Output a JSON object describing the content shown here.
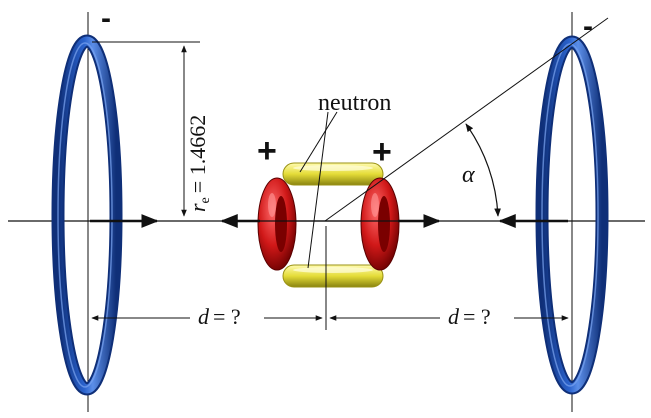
{
  "labels": {
    "left_charge": "-",
    "right_charge": "-",
    "plus_left": "+",
    "plus_right": "+",
    "neutron": "neutron",
    "radius_symbol": "r",
    "radius_subscript": "e",
    "radius_value": "= 1.4662",
    "d_left_var": "d",
    "d_left_rest": "= ?",
    "d_right_var": "d",
    "d_right_rest": "= ?",
    "alpha": "α"
  },
  "colors": {
    "ring_blue": "#1d4fb0",
    "ring_highlight": "#5f8fe6",
    "proton_red": "#c81515",
    "neutron_yellow": "#e6e040",
    "line": "#111111"
  }
}
